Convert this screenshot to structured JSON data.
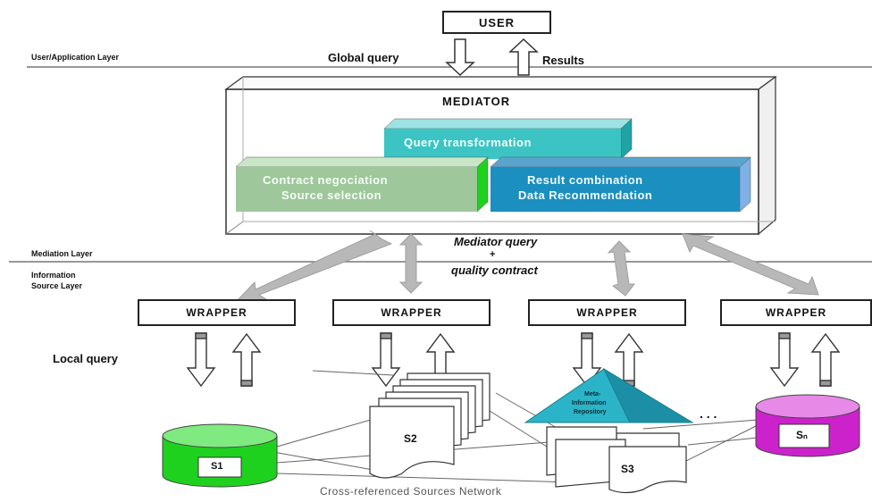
{
  "user_box": "USER",
  "layers": {
    "user_application": "User/Application Layer",
    "mediation": "Mediation Layer",
    "information_source": [
      "Information",
      "Source Layer"
    ]
  },
  "flows": {
    "global_query": "Global query",
    "results": "Results",
    "mediator_query": "Mediator query",
    "plus": "+",
    "quality_contract": "quality contract",
    "local_query": "Local query"
  },
  "mediator": {
    "title": "MEDIATOR",
    "query_transformation": "Query transformation",
    "contract_negociation": [
      "Contract negociation",
      "Source selection"
    ],
    "result_combination": [
      "Result combination",
      "Data Recommendation"
    ]
  },
  "wrappers": [
    "WRAPPER",
    "WRAPPER",
    "WRAPPER",
    "WRAPPER"
  ],
  "sources": {
    "s1": "S1",
    "s2": "S2",
    "s3": "S3",
    "sn": "Sₙ",
    "repository": [
      "Meta-",
      "Information",
      "Repository"
    ],
    "ellipsis": ". . ."
  },
  "network_label": "Cross-referenced Sources Network",
  "colors": {
    "query_transformation": "#3cc3c3",
    "contract_negociation": "#9ec79c",
    "contract_negociation_side": "#1fd11f",
    "result_combination": "#1b8fbf",
    "result_combination_side": "#7fb0e8",
    "s1": "#1fd11f",
    "sn": "#cc22cc",
    "repository": "#2bb3c8",
    "gray_arrow": "#b8b8b8"
  }
}
